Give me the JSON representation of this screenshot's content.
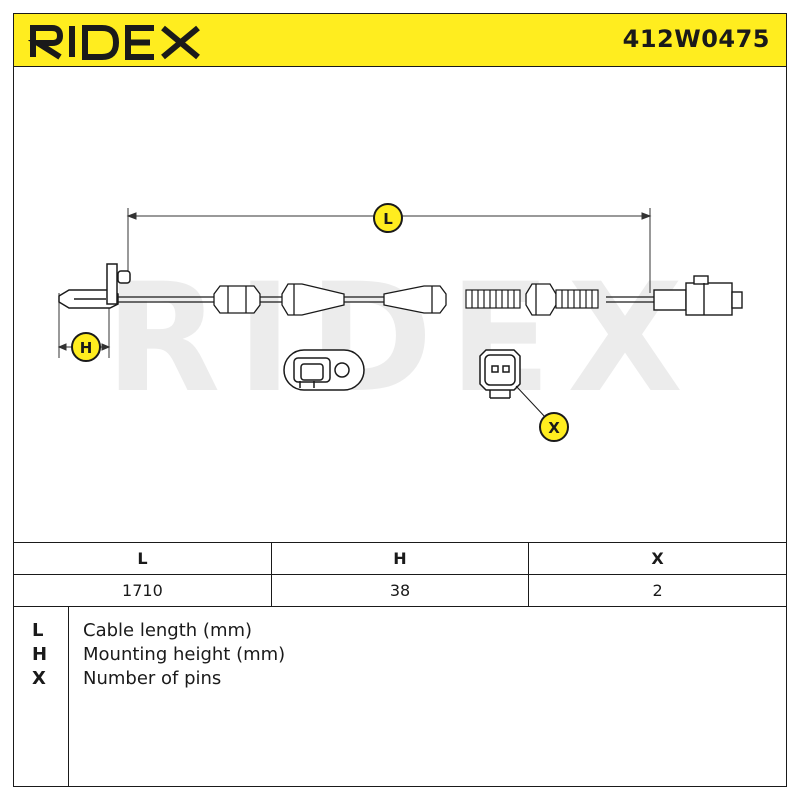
{
  "header": {
    "brand": "RIDEX",
    "part_number": "412W0475",
    "accent_color": "#ffed1f"
  },
  "drawing": {
    "watermark": "RIDEX",
    "dimension_markers": [
      "L",
      "H",
      "X"
    ]
  },
  "table": {
    "headers": [
      "L",
      "H",
      "X"
    ],
    "values": [
      "1710",
      "38",
      "2"
    ]
  },
  "legend": [
    {
      "key": "L",
      "description": "Cable length (mm)"
    },
    {
      "key": "H",
      "description": "Mounting height (mm)"
    },
    {
      "key": "X",
      "description": "Number of pins"
    }
  ]
}
